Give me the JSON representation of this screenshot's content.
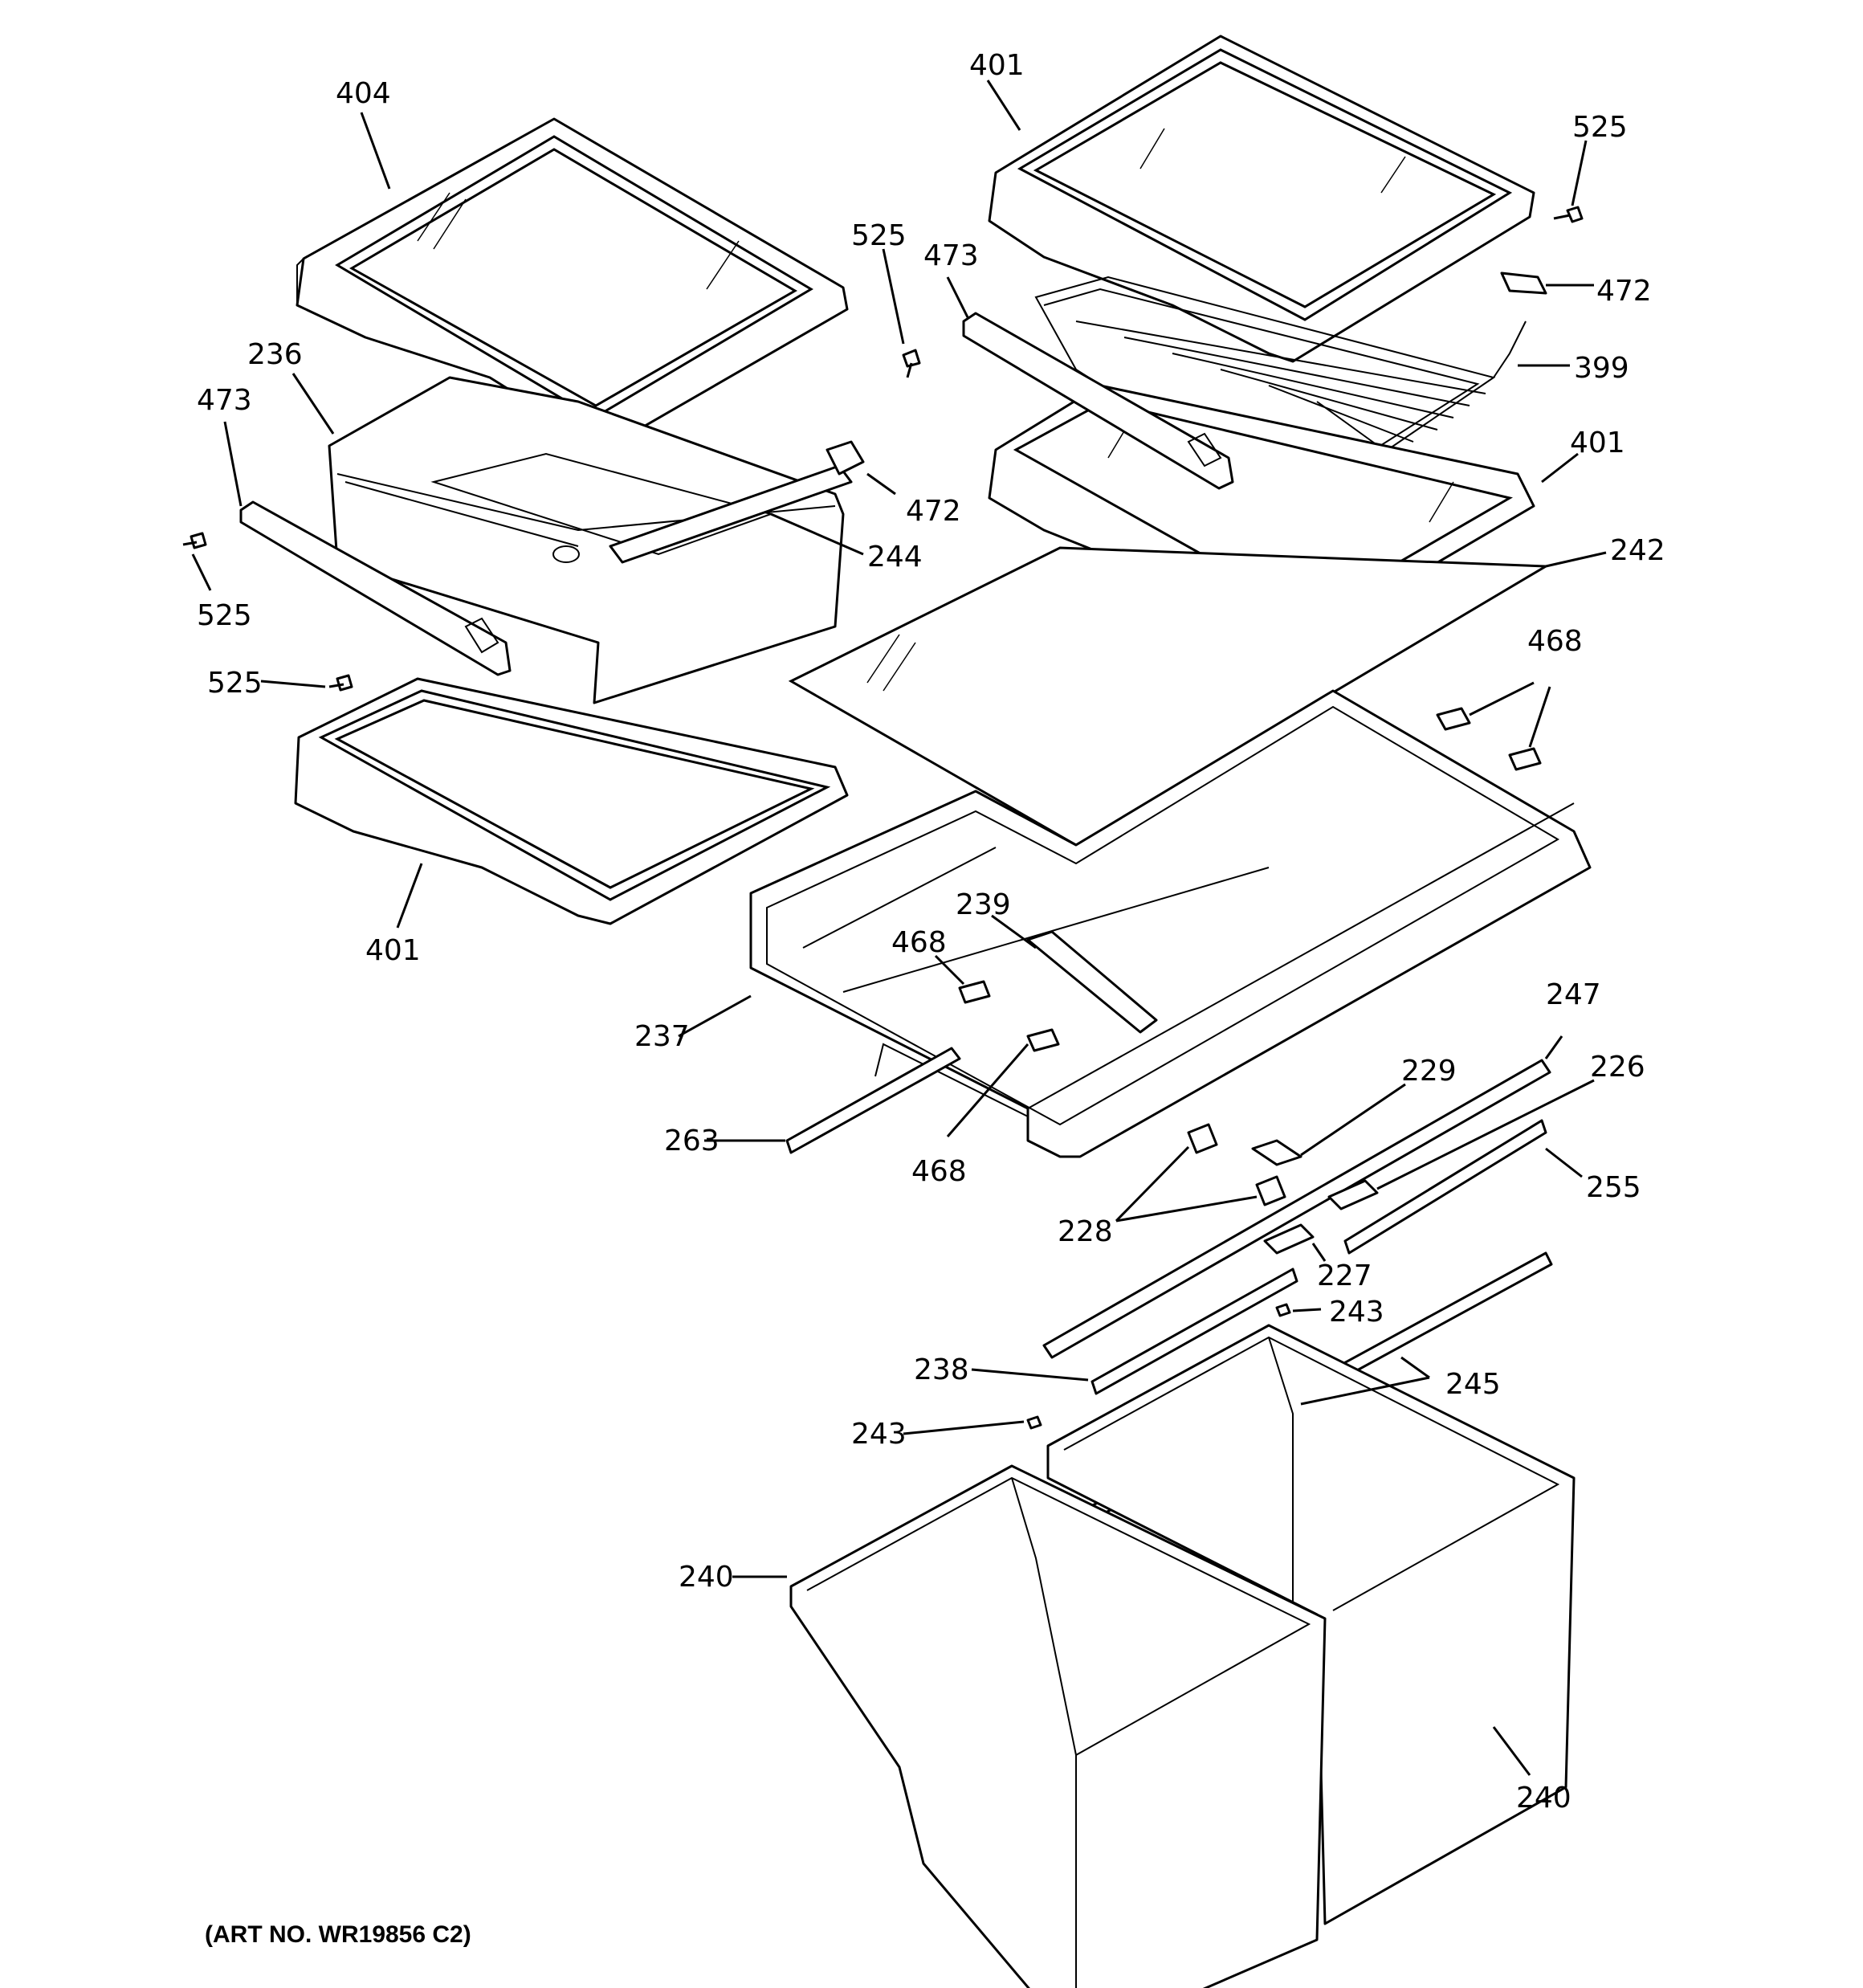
{
  "callouts": {
    "c404": "404",
    "c401_top": "401",
    "c525_top_right": "525",
    "c472_top_right": "472",
    "c399": "399",
    "c401_mid_right": "401",
    "c242": "242",
    "c525_mid": "525",
    "c473_mid": "473",
    "c236": "236",
    "c473_left": "473",
    "c472_left": "472",
    "c244": "244",
    "c525_left_upper": "525",
    "c525_left_lower": "525",
    "c401_left_bottom": "401",
    "c468_right": "468",
    "c239": "239",
    "c468_mid": "468",
    "c237": "237",
    "c468_lower": "468",
    "c263": "263",
    "c247": "247",
    "c229": "229",
    "c226": "226",
    "c255": "255",
    "c228": "228",
    "c227": "227",
    "c243_upper": "243",
    "c238": "238",
    "c245": "245",
    "c243_lower": "243",
    "c240_left": "240",
    "c240_right": "240"
  },
  "art_number": "(ART NO. WR19856 C2)"
}
